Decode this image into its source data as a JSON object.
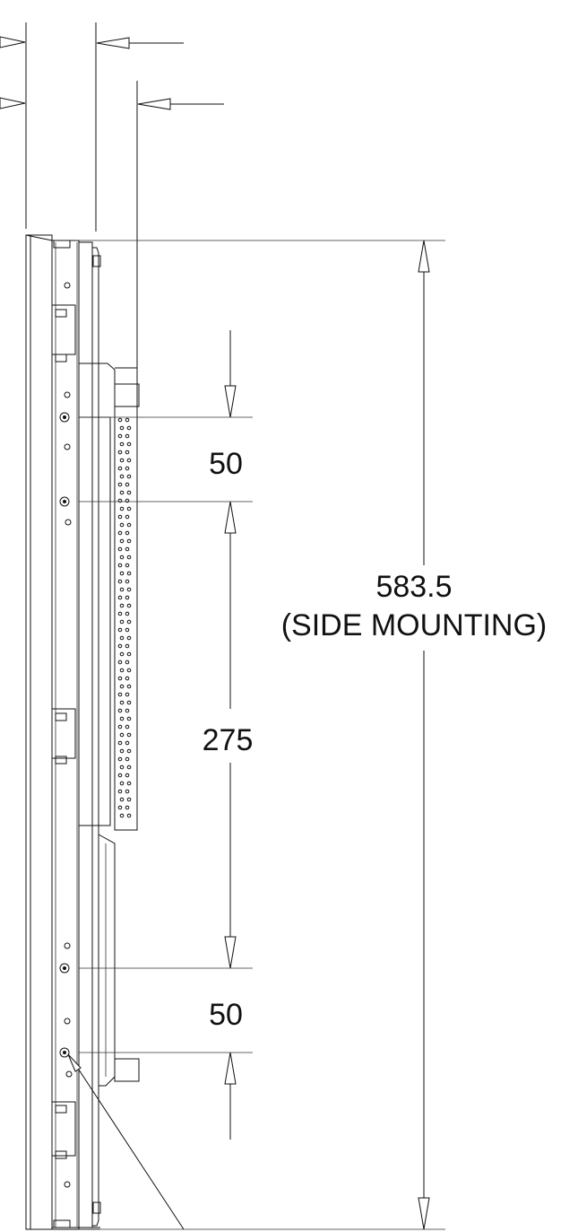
{
  "dimensions": {
    "upper_spacing": "50",
    "middle_spacing": "275",
    "lower_spacing": "50",
    "overall_height": "583.5",
    "overall_note": "(SIDE MOUNTING)"
  }
}
